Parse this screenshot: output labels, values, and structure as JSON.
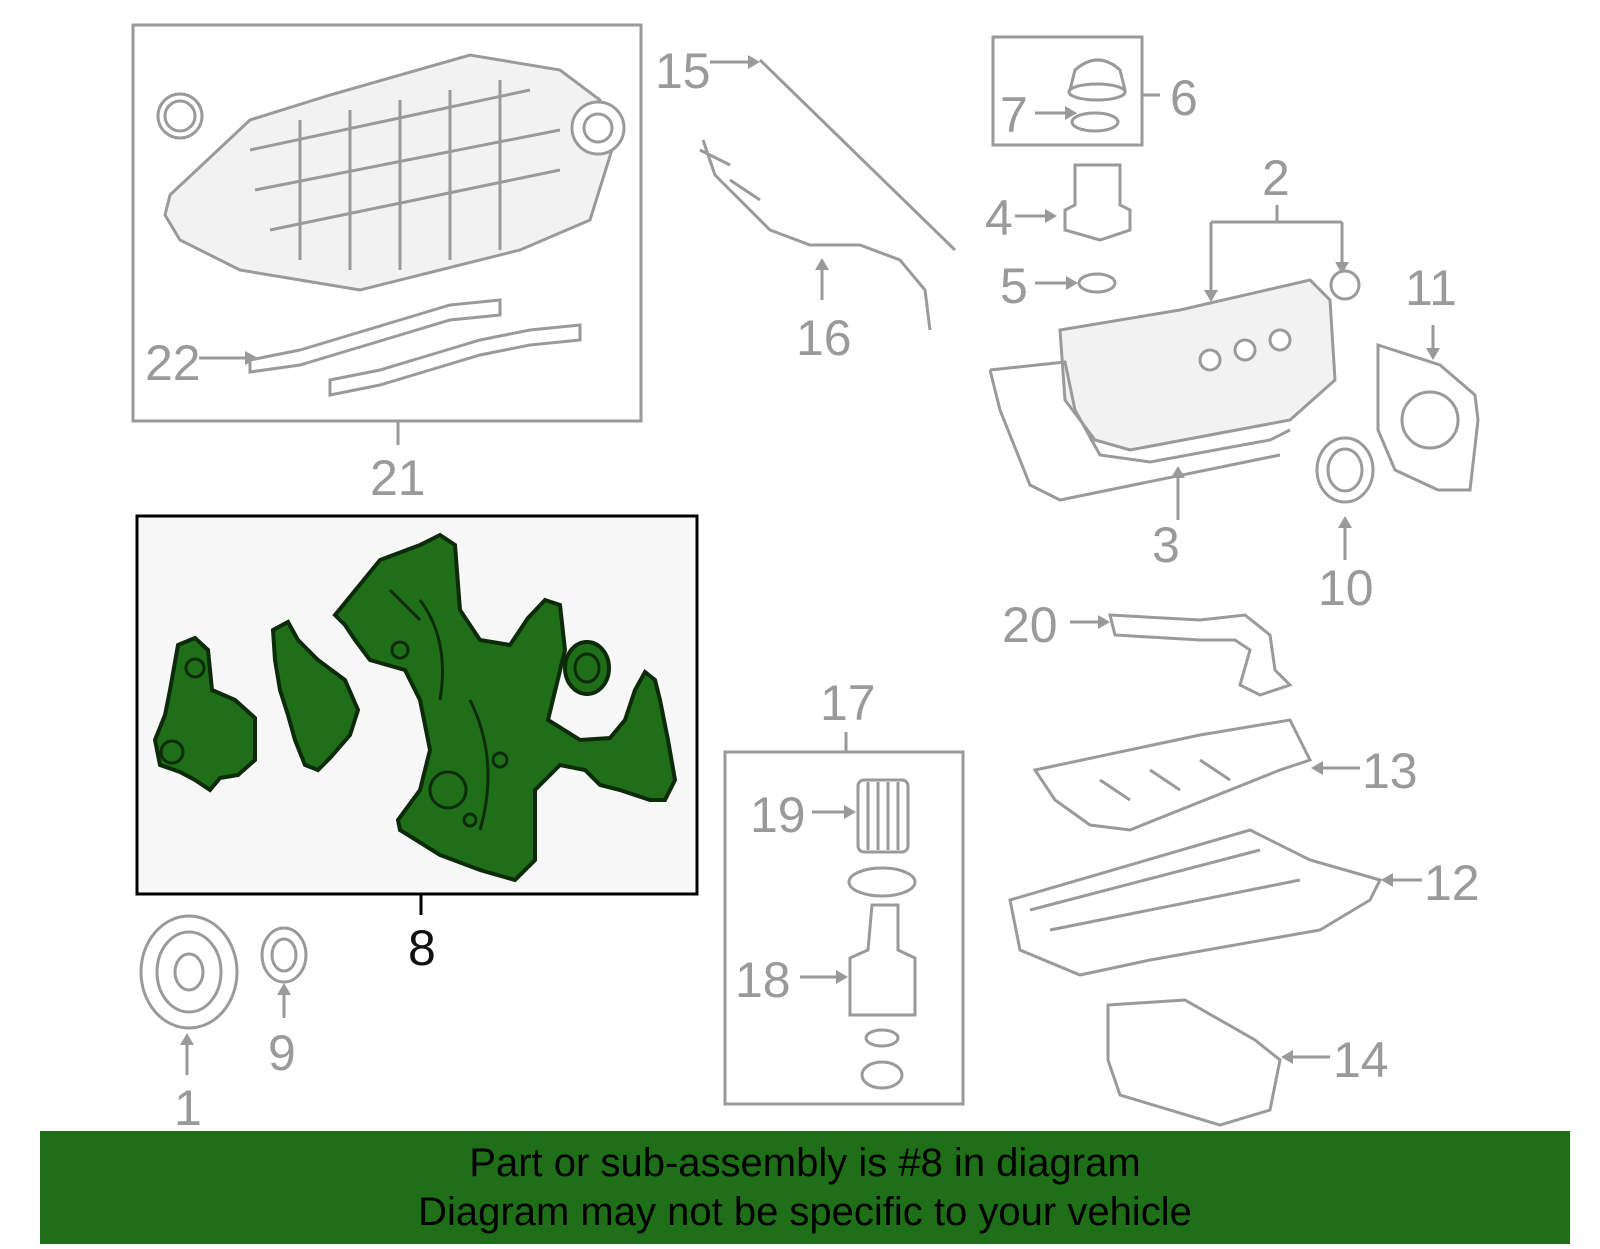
{
  "callouts": {
    "c1": "1",
    "c2": "2",
    "c3": "3",
    "c4": "4",
    "c5": "5",
    "c6": "6",
    "c7": "7",
    "c8": "8",
    "c9": "9",
    "c10": "10",
    "c11": "11",
    "c12": "12",
    "c13": "13",
    "c14": "14",
    "c15": "15",
    "c16": "16",
    "c17": "17",
    "c18": "18",
    "c19": "19",
    "c20": "20",
    "c21": "21",
    "c22": "22"
  },
  "banner": {
    "line1": "Part or sub-assembly is #8 in diagram",
    "line2": "Diagram may not be specific to your vehicle"
  },
  "colors": {
    "highlight": "#1f6e18",
    "outline": "#9a9a9a",
    "banner_bg": "#1f6e18"
  }
}
